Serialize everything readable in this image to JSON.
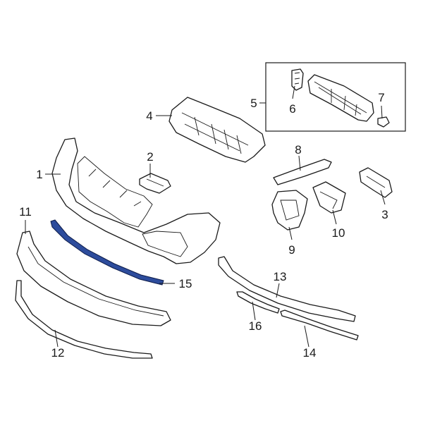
{
  "callouts": {
    "c1": "1",
    "c2": "2",
    "c3": "3",
    "c4": "4",
    "c5": "5",
    "c6": "6",
    "c7": "7",
    "c8": "8",
    "c9": "9",
    "c10": "10",
    "c11": "11",
    "c12": "12",
    "c13": "13",
    "c14": "14",
    "c15": "15",
    "c16": "16"
  },
  "highlight_color": "#2d4c9c"
}
